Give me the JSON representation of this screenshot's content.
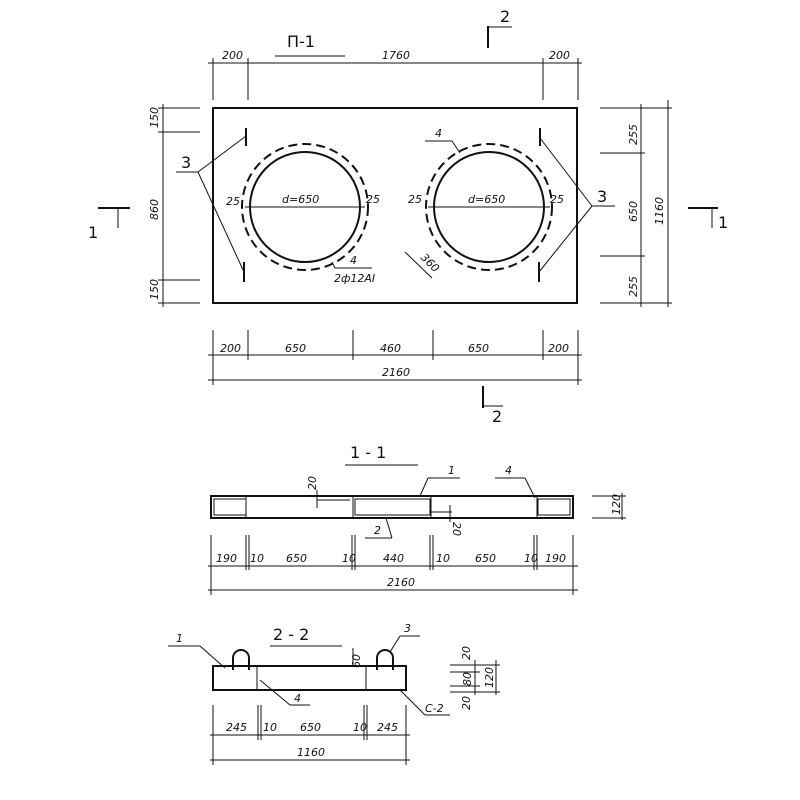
{
  "plan": {
    "title": "П-1",
    "section_mark_2": "2",
    "section_mark_1": "1",
    "top_dims": [
      "200",
      "1760",
      "200"
    ],
    "left_dims": [
      "150",
      "860",
      "150"
    ],
    "right_dims": [
      "255",
      "650",
      "255"
    ],
    "right_total": "1160",
    "bottom_dims": [
      "200",
      "650",
      "460",
      "650",
      "200"
    ],
    "bottom_total": "2160",
    "hole_left": {
      "diameter": "d=650",
      "gap_left": "25",
      "gap_right": "25"
    },
    "hole_right": {
      "diameter": "d=650",
      "gap_left": "25",
      "gap_right": "25"
    },
    "callout_3": "3",
    "callout_4": "4",
    "callout_4_spec": "2ф12AI",
    "dim_360": "360"
  },
  "section_1_1": {
    "title": "1 - 1",
    "callouts": [
      "1",
      "4",
      "2"
    ],
    "cover_top": "20",
    "cover_bottom": "20",
    "height": "120",
    "dims": [
      "190",
      "10",
      "650",
      "10",
      "440",
      "10",
      "650",
      "10",
      "190"
    ],
    "total": "2160"
  },
  "section_2_2": {
    "title": "2 - 2",
    "callouts": [
      "1",
      "3",
      "4",
      "С-2"
    ],
    "loop_height": "60",
    "side_dims": [
      "20",
      "80",
      "20",
      "120"
    ],
    "dims": [
      "245",
      "10",
      "650",
      "10",
      "245"
    ],
    "total": "1160"
  }
}
